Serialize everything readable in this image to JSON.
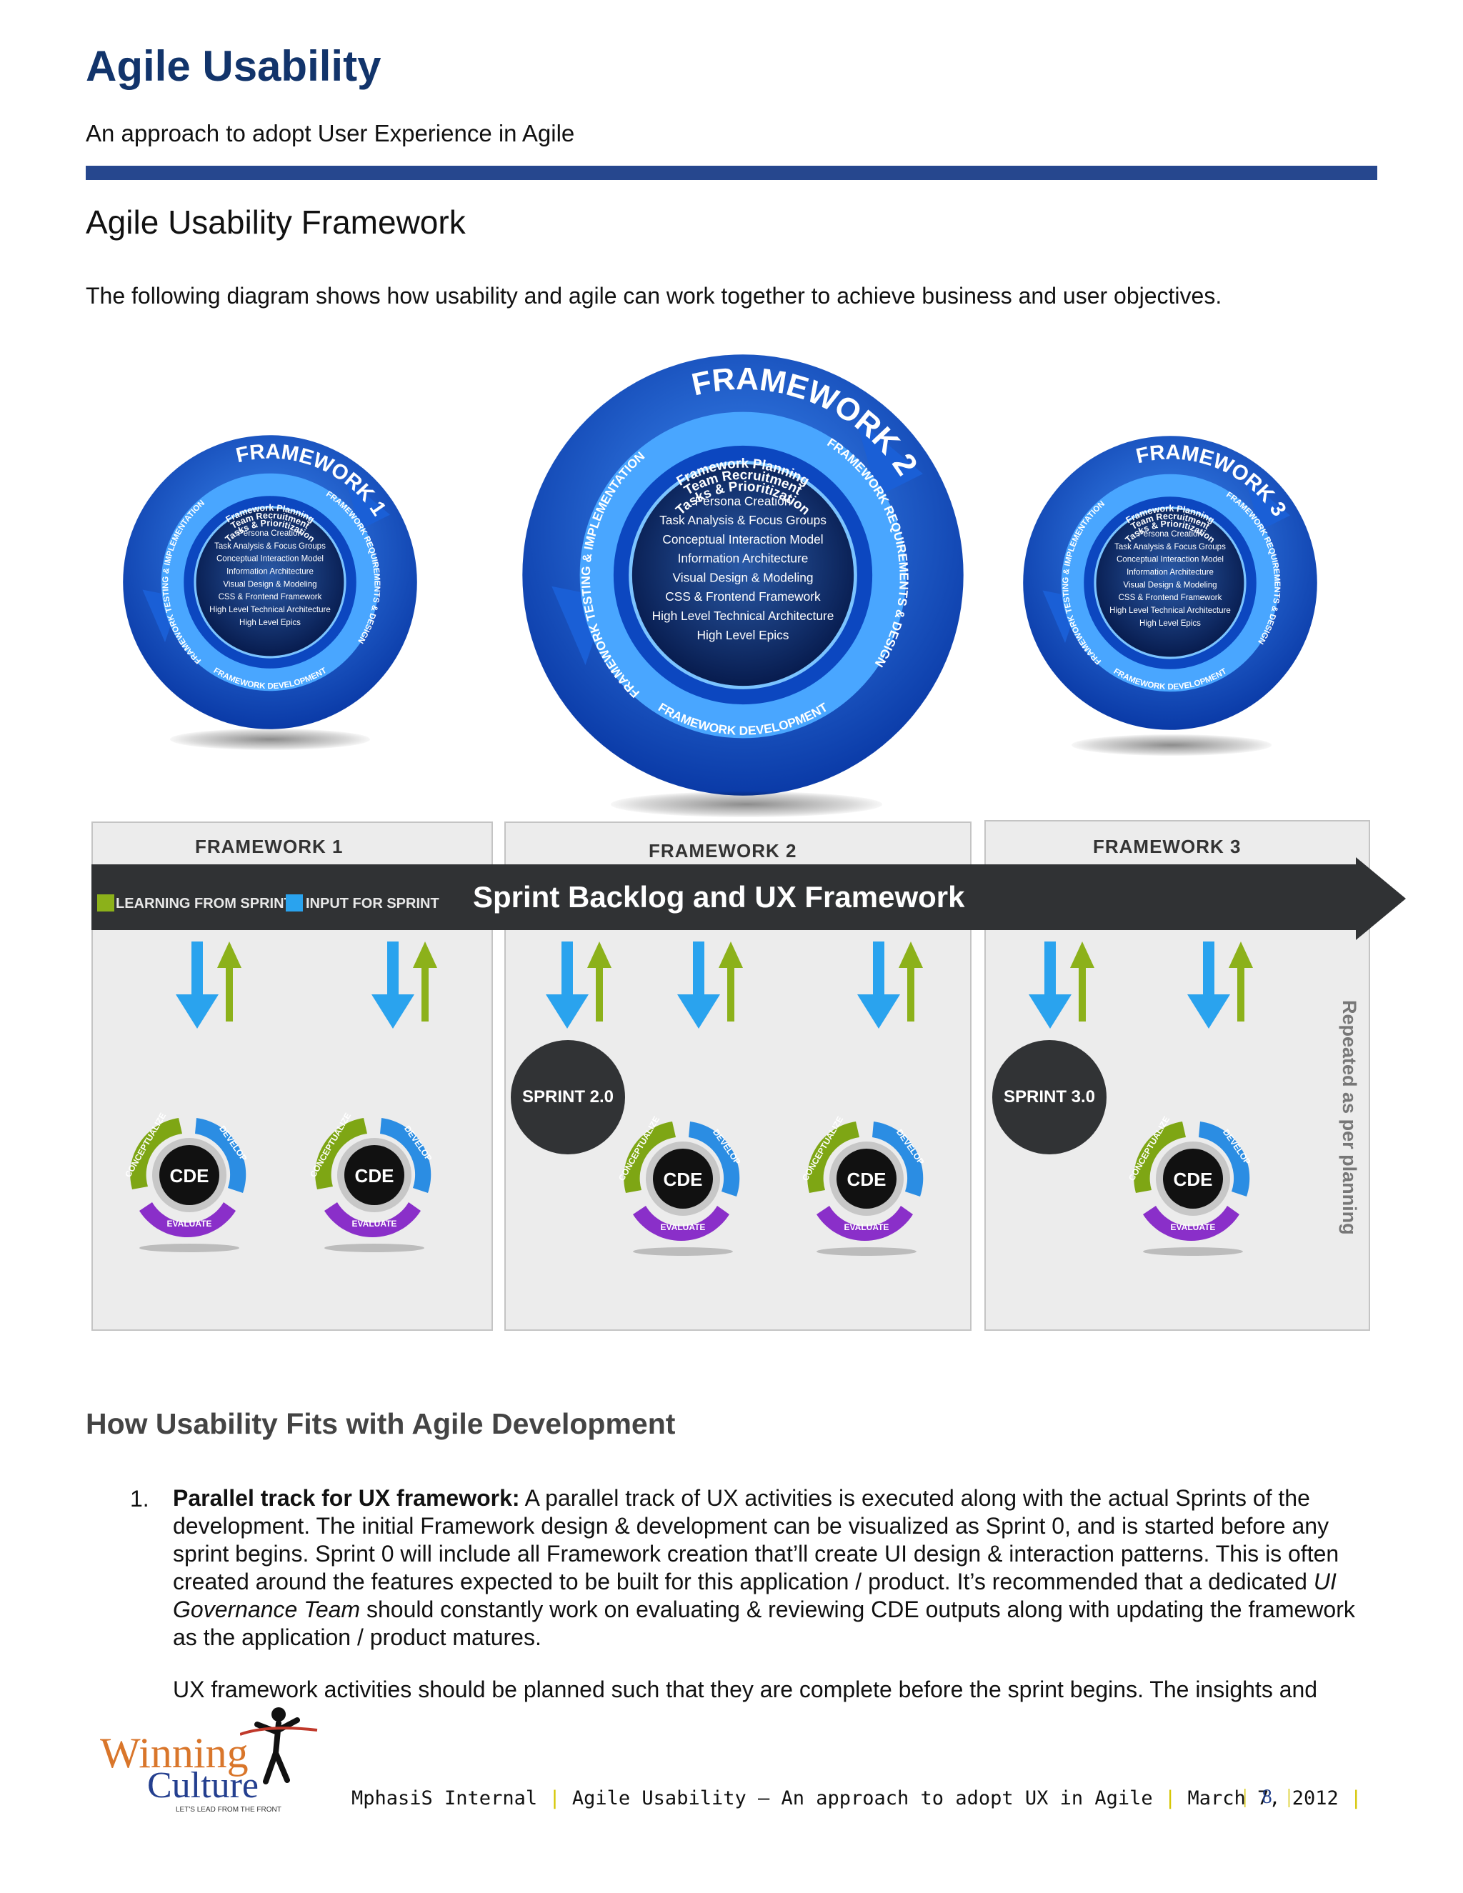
{
  "header": {
    "title": "Agile Usability",
    "subtitle": "An approach to adopt User Experience in Agile"
  },
  "section": {
    "heading": "Agile Usability Framework",
    "intro": "The following diagram shows how usability and agile can work together to achieve business and user objectives."
  },
  "frameworks_top": [
    {
      "ring_title": "FRAMEWORK 1",
      "inner_arc": [
        "Framework Planning",
        "Team Recruitment",
        "Tasks & Prioritization"
      ],
      "right_arc": "FRAMEWORK REQUIREMENTS & DESIGN",
      "bottom_arc": "FRAMEWORK DEVELOPMENT",
      "left_arc": "FRAMEWORK TESTING & IMPLEMENTATION",
      "center_items": [
        "Persona Creation",
        "Task Analysis & Focus Groups",
        "Conceptual Interaction Model",
        "Information Architecture",
        "Visual Design & Modeling",
        "CSS & Frontend Framework",
        "High Level Technical Architecture",
        "High Level Epics"
      ]
    },
    {
      "ring_title": "FRAMEWORK 2",
      "inner_arc": [
        "Framework Planning",
        "Team Recruitment",
        "Tasks & Prioritization"
      ],
      "right_arc": "FRAMEWORK REQUIREMENTS & DESIGN",
      "bottom_arc": "FRAMEWORK DEVELOPMENT",
      "left_arc": "FRAMEWORK TESTING & IMPLEMENTATION",
      "center_items": [
        "Persona Creation",
        "Task Analysis & Focus Groups",
        "Conceptual Interaction Model",
        "Information Architecture",
        "Visual Design & Modeling",
        "CSS & Frontend Framework",
        "High Level Technical Architecture",
        "High Level Epics"
      ]
    },
    {
      "ring_title": "FRAMEWORK 3",
      "inner_arc": [
        "Framework Planning",
        "Team Recruitment",
        "Tasks & Prioritization"
      ],
      "right_arc": "FRAMEWORK REQUIREMENTS & DESIGN",
      "bottom_arc": "FRAMEWORK DEVELOPMENT",
      "left_arc": "FRAMEWORK TESTING & IMPLEMENTATION",
      "center_items": [
        "Persona Creation",
        "Task Analysis & Focus Groups",
        "Conceptual Interaction Model",
        "Information Architecture",
        "Visual Design & Modeling",
        "CSS & Frontend Framework",
        "High Level Technical Architecture",
        "High Level Epics"
      ]
    }
  ],
  "sprint_diagram": {
    "panels": [
      "FRAMEWORK 1",
      "FRAMEWORK 2",
      "FRAMEWORK 3"
    ],
    "legend": {
      "learning": "LEARNING FROM SPRINT",
      "input": "INPUT FOR SPRINT",
      "learning_color": "#8cb11a",
      "input_color": "#2aa3ee"
    },
    "banner_title": "Sprint Backlog and UX Framework",
    "sprints": [
      "SPRINT 2.0",
      "SPRINT 3.0"
    ],
    "cycle": {
      "center": "CDE",
      "conceptualize": "CONCEPTUALIZE",
      "develop": "DEVELOP",
      "evaluate": "EVALUATE"
    },
    "side_note": "Repeated as per planning"
  },
  "how": {
    "heading": "How Usability Fits with Agile Development",
    "list_number": "1.",
    "item_title": "Parallel track for UX framework:",
    "item_text_1": " A parallel track of UX activities is executed along with the actual Sprints of the development. The initial Framework design & development can be visualized as Sprint 0, and is started before any sprint begins. Sprint 0 will include all Framework creation that’ll create UI design & interaction patterns. This is often created around the features expected to be built for this application / product. It’s recommended that a dedicated ",
    "item_italic": "UI Governance Team",
    "item_text_2": " should constantly work on evaluating & reviewing CDE outputs along with updating the framework as the application / product matures.",
    "para2": "UX framework activities should be planned such that they are complete before the sprint begins. The insights and"
  },
  "footer": {
    "logo_word1": "Winning",
    "logo_word2": "Culture",
    "logo_tagline": "LET'S LEAD FROM THE FRONT",
    "company": "MphasiS Internal",
    "doc": "Agile Usability – An approach to adopt UX in Agile",
    "date": "March 7, 2012",
    "page": "8"
  },
  "colors": {
    "title_blue": "#12346b",
    "rule_blue": "#26478e",
    "ring_blue": "#1a5fd6",
    "banner_dark": "#303234"
  }
}
